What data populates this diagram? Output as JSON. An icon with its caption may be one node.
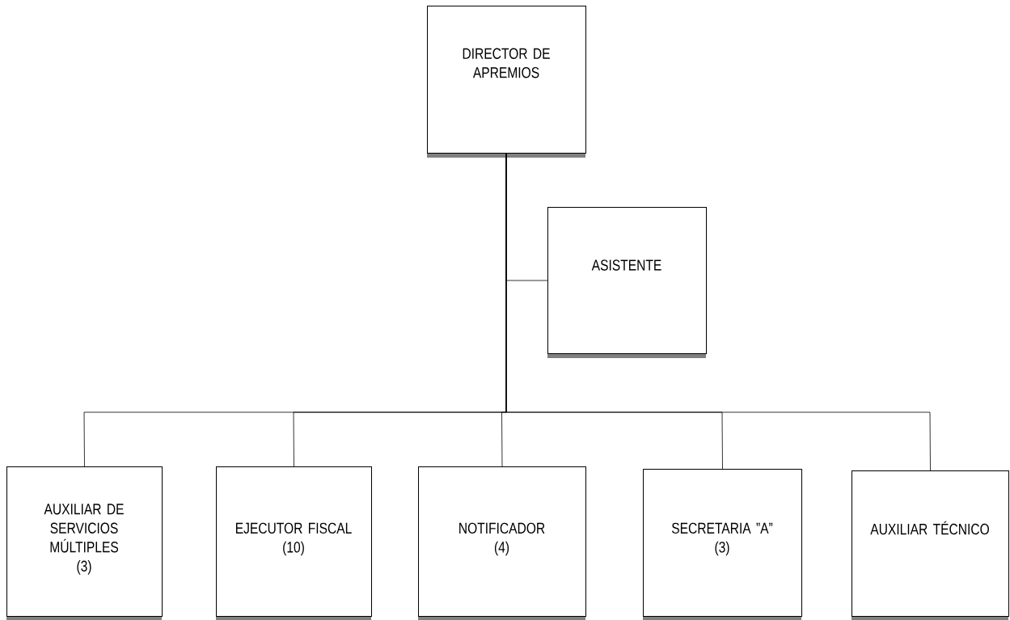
{
  "diagram": {
    "nodes": [
      {
        "text": [
          "DIRECTOR DE APREMIOS"
        ]
      },
      {
        "text": [
          "ASISTENTE"
        ]
      },
      {
        "text": [
          "AUXILIAR DE SERVICIOS MÚLTIPLES",
          "(3)"
        ]
      },
      {
        "text": [
          "EJECUTOR FISCAL",
          "(10)"
        ]
      },
      {
        "text": [
          "NOTIFICADOR",
          "(4)"
        ]
      },
      {
        "text": [
          "SECRETARIA ”A”",
          "(3)"
        ]
      },
      {
        "text": [
          "AUXILIAR TÉCNICO"
        ]
      }
    ],
    "edges": [
      {
        "from": 0,
        "to": 1,
        "arrow": "none"
      },
      {
        "from": 0,
        "to": 2,
        "arrow": "none"
      },
      {
        "from": 0,
        "to": 3,
        "arrow": "none"
      },
      {
        "from": 0,
        "to": 4,
        "arrow": "none"
      },
      {
        "from": 0,
        "to": 5,
        "arrow": "none"
      },
      {
        "from": 0,
        "to": 6,
        "arrow": "none"
      }
    ]
  }
}
